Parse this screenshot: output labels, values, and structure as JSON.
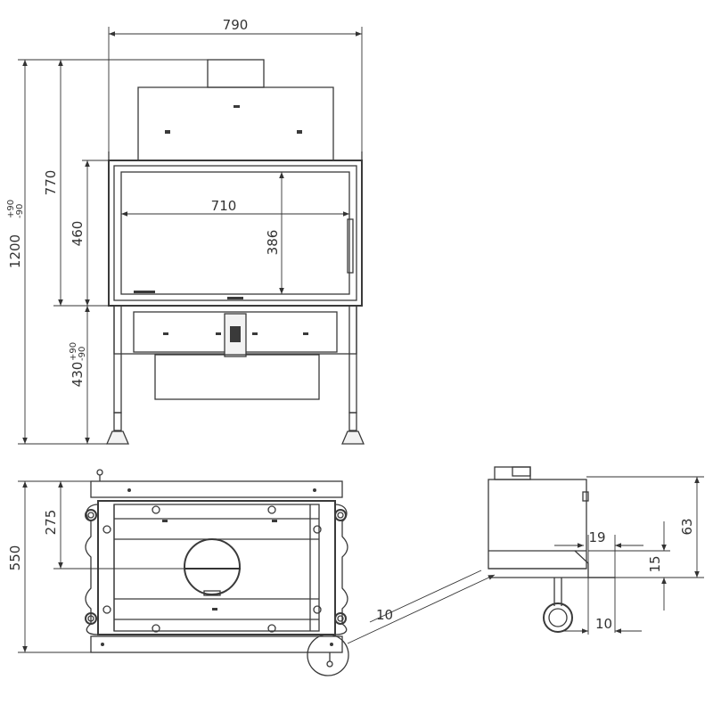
{
  "dimensions": {
    "overall_width": "790",
    "overall_height": "1200",
    "overall_height_tol_plus": "+90",
    "overall_height_tol_minus": "-90",
    "body_height": "770",
    "frame_height": "460",
    "leg_height": "430",
    "leg_height_tol_plus": "+90",
    "leg_height_tol_minus": "-90",
    "glass_width": "710",
    "glass_height": "386",
    "depth": "550",
    "half_depth": "275",
    "detail_63": "63",
    "detail_19": "19",
    "detail_15": "15",
    "detail_10_bottom": "10",
    "detail_10_arrow": "10"
  },
  "colors": {
    "line": "#3a3a3a",
    "background": "#ffffff"
  }
}
